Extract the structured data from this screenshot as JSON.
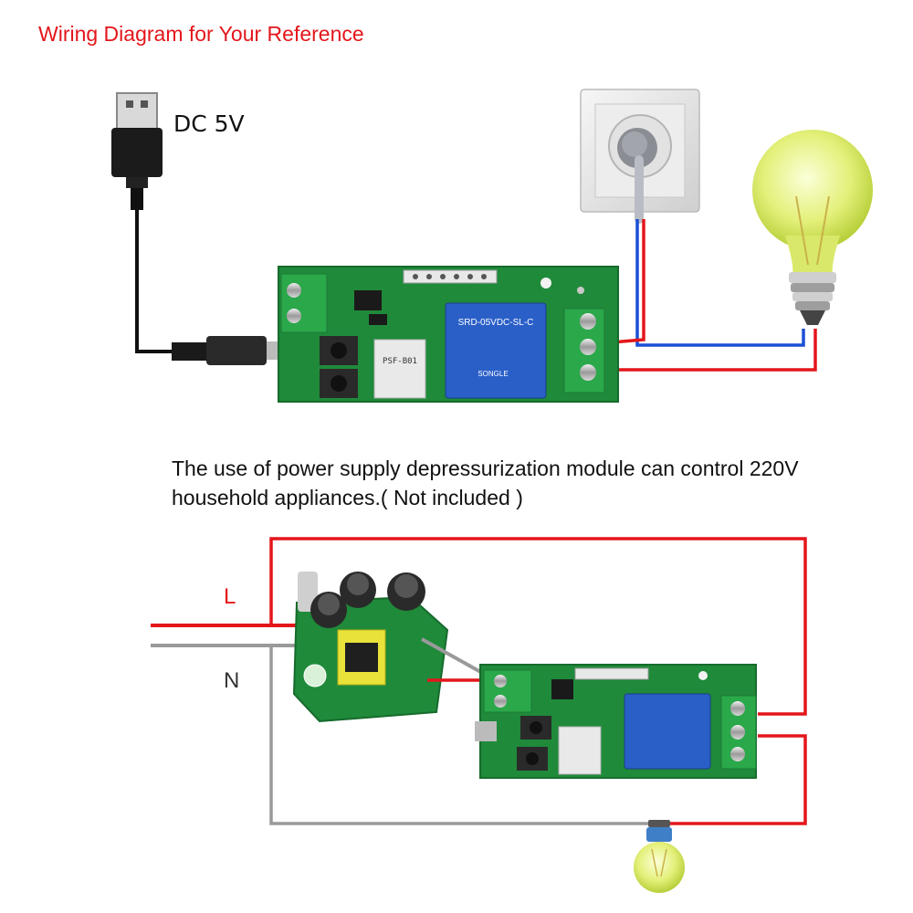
{
  "title": "Wiring Diagram for Your Reference",
  "usb": {
    "label": "DC 5V"
  },
  "caption": {
    "line1": "The use of power supply depressurization module can control 220V",
    "line2": "household appliances.( Not included )"
  },
  "labels": {
    "live": "L",
    "neutral": "N"
  },
  "board": {
    "relay_model": "SRD-05VDC-SL-C",
    "relay_brand": "SONGLE",
    "wifi_module": "PSF-B01"
  },
  "colors": {
    "title": "#e3161b",
    "wire_red": "#e3161b",
    "wire_blue": "#1a4fd6",
    "wire_gray": "#9a9a9a",
    "pcb_green": "#1f8a3a",
    "terminal_green": "#2aa84a",
    "relay_blue": "#2a5fc8",
    "bulb_yellow": "#e4f07a"
  }
}
